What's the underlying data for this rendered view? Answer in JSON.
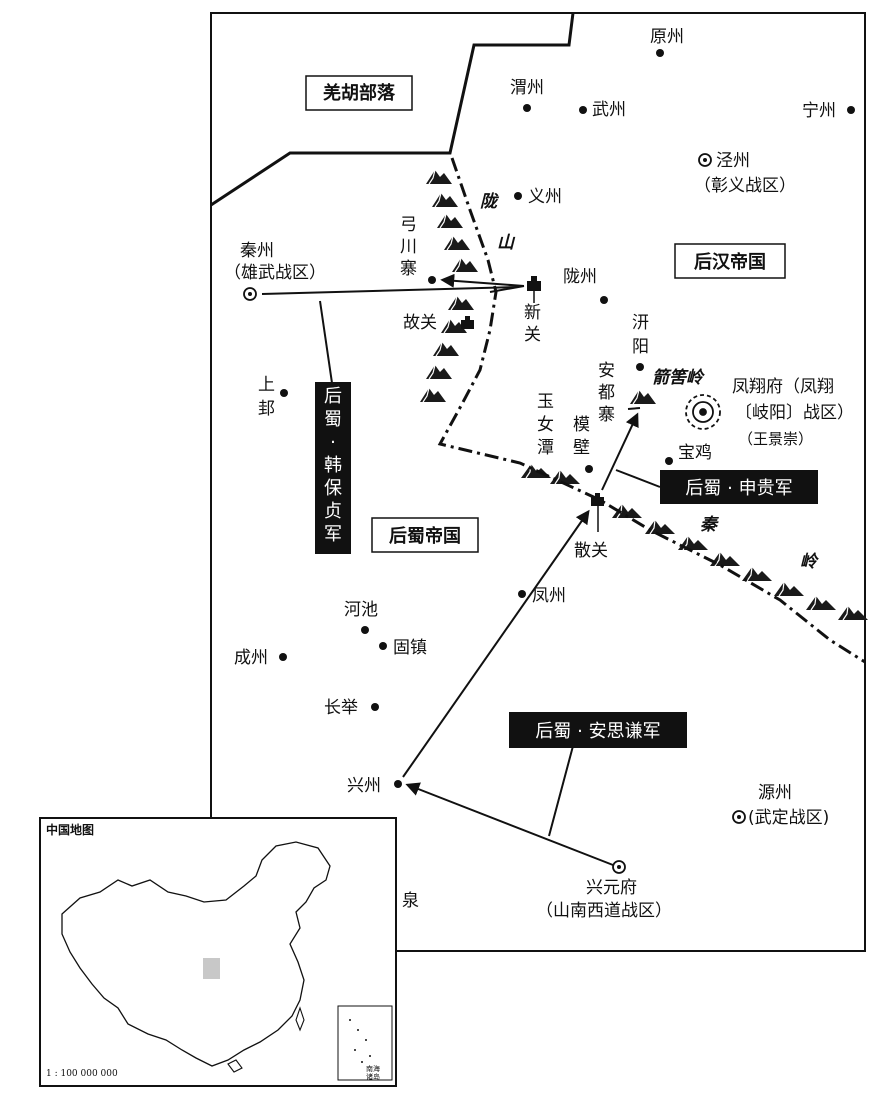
{
  "regions": {
    "qianghu": "羌胡部落",
    "houhan": "后汉帝国",
    "houshu": "后蜀帝国"
  },
  "places": {
    "yuanzhou": "原州",
    "weizhou": "渭州",
    "wuzhou": "武州",
    "ningzhou": "宁州",
    "jingzhou": "泾州",
    "jingzhou_zone": "（彰义战区）",
    "yizhou": "义州",
    "qinzhou": "秦州",
    "qinzhou_zone": "（雄武战区）",
    "gongchuanzhai": [
      "弓",
      "川",
      "寨"
    ],
    "xinguan": [
      "新",
      "关"
    ],
    "longzhou": "陇州",
    "guguan": "故关",
    "qianyang": [
      "汧",
      "阳"
    ],
    "anduzhai": [
      "安",
      "都",
      "寨"
    ],
    "fengxiang": "凤翔府（凤翔",
    "fengxiang_zone": "〔岐阳〕战区）",
    "fengxiang_cmdr": "（王景崇）",
    "shangbang": [
      "上",
      "邽"
    ],
    "yunvtan": [
      "玉",
      "女",
      "潭"
    ],
    "mobi": [
      "模",
      "壁"
    ],
    "baoji": "宝鸡",
    "sanguan": "散关",
    "fengzhou": "凤州",
    "hechi": "河池",
    "guzhen": "固镇",
    "chengzhou": "成州",
    "changju": "长举",
    "xingzhou": "兴州",
    "yuanzhou2": "源州",
    "yuanzhou2_zone": "(武定战区)",
    "xingyuanfu": "兴元府",
    "xingyuanfu_zone": "（山南西道战区）",
    "quan": "泉"
  },
  "armies": {
    "han_baozhen": [
      "后",
      "蜀",
      "·",
      "韩",
      "保",
      "贞",
      "军"
    ],
    "shen_gui": "后蜀 · 申贵军",
    "an_siqian": "后蜀 · 安思谦军"
  },
  "mountains": {
    "longshan": [
      "陇",
      "山"
    ],
    "jiankuoling": "箭筈岭",
    "qinling": [
      "秦",
      "岭"
    ]
  },
  "inset": {
    "title": "中国地图",
    "scale": "1 : 100 000 000",
    "south_sea": [
      "南海",
      "诸岛"
    ]
  }
}
